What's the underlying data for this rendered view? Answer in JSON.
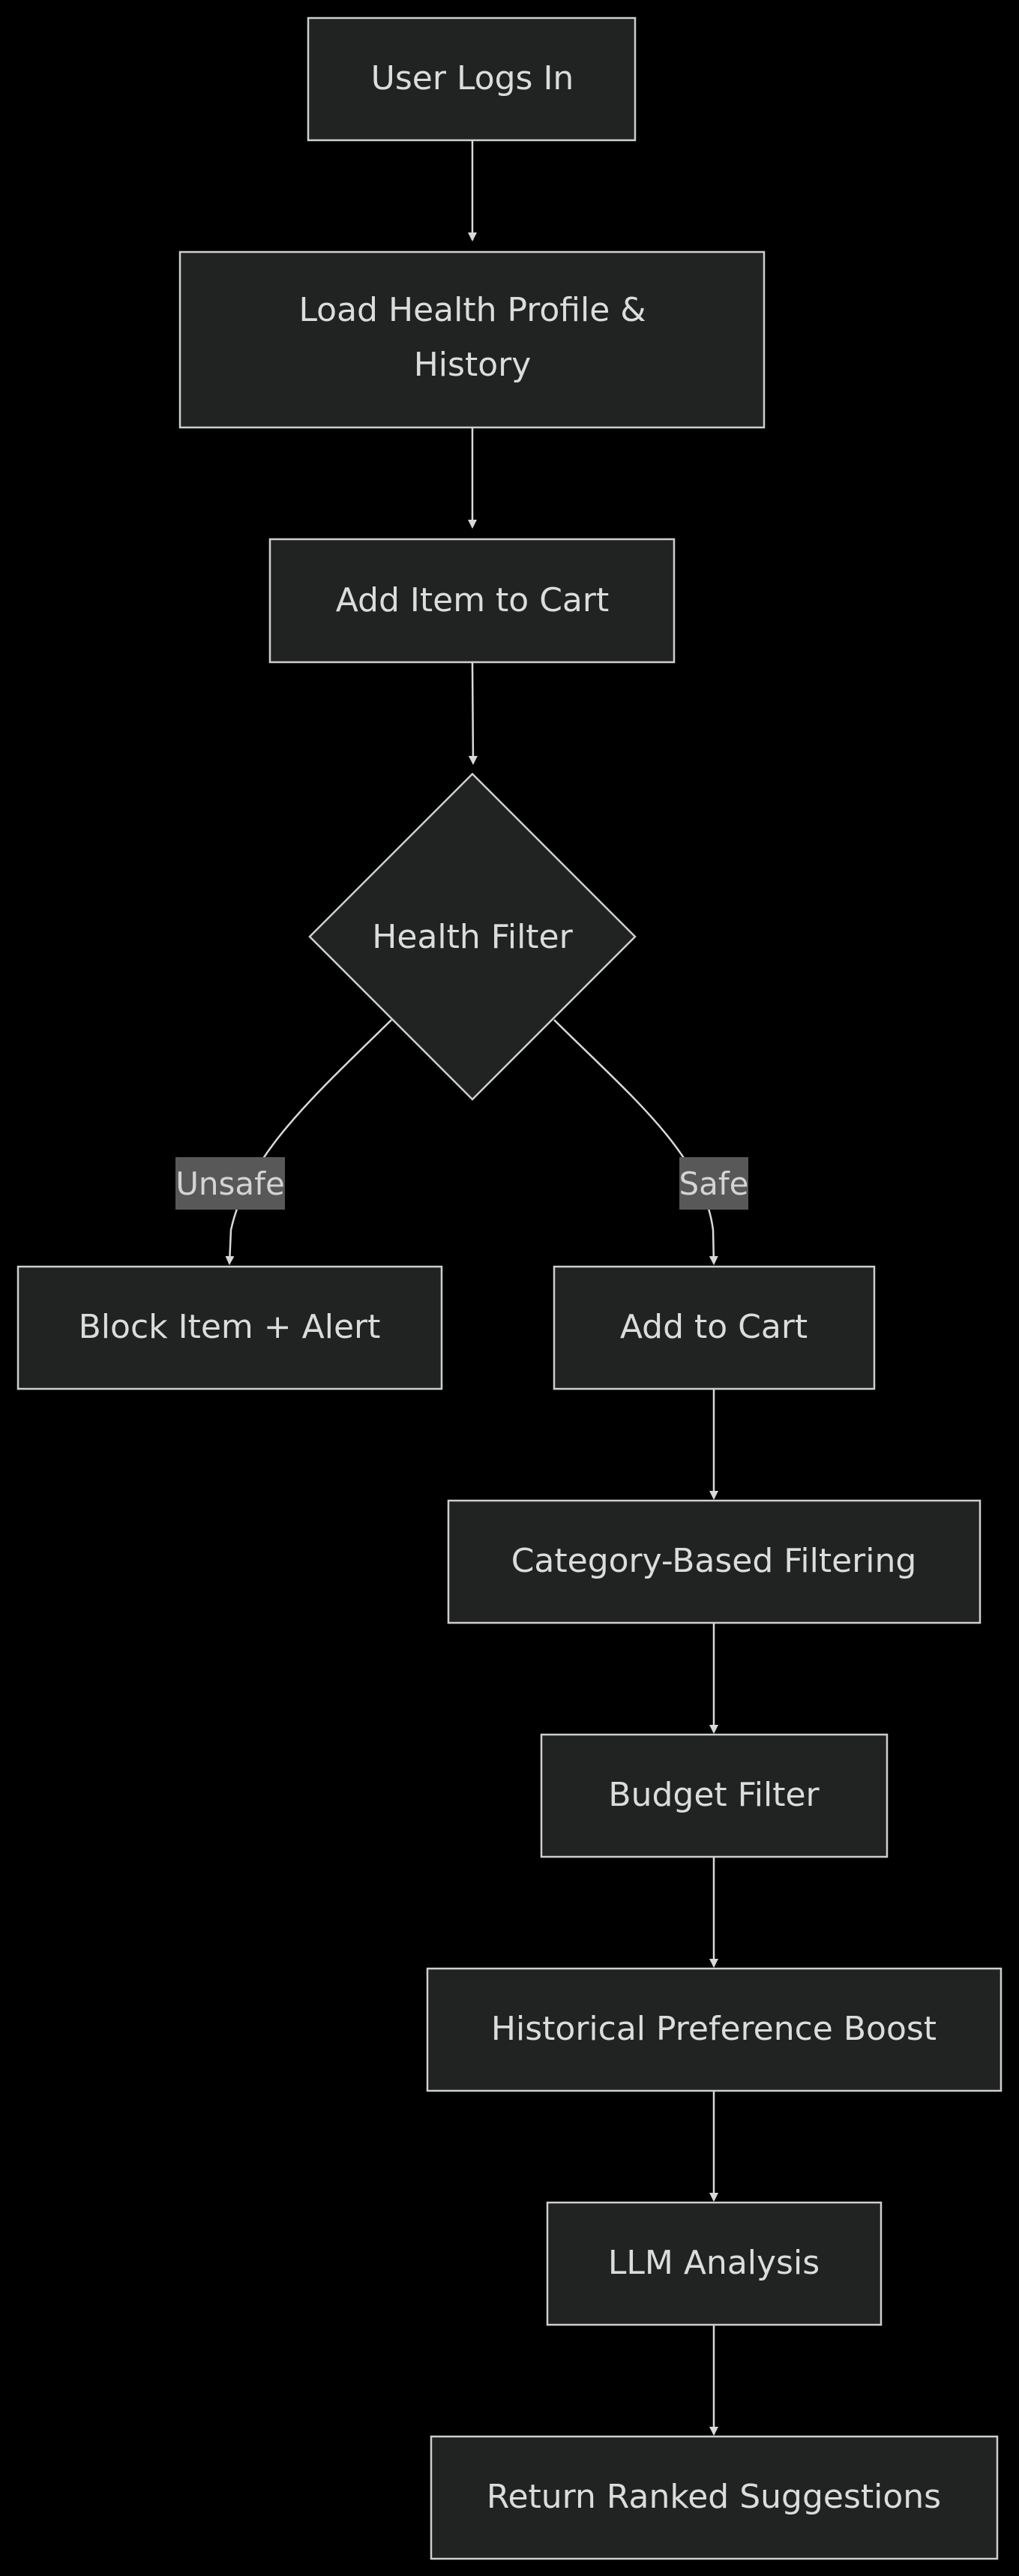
{
  "diagram": {
    "nodes": {
      "login": {
        "label": "User Logs In"
      },
      "profile": {
        "label_line1": "Load Health Profile &",
        "label_line2": "History"
      },
      "add_item": {
        "label": "Add Item to Cart"
      },
      "health_filter": {
        "label": "Health Filter"
      },
      "block": {
        "label": "Block Item + Alert"
      },
      "add_cart": {
        "label": "Add to Cart"
      },
      "category": {
        "label": "Category-Based Filtering"
      },
      "budget": {
        "label": "Budget Filter"
      },
      "history_boost": {
        "label": "Historical Preference Boost"
      },
      "llm": {
        "label": "LLM Analysis"
      },
      "ranked": {
        "label": "Return Ranked Suggestions"
      }
    },
    "edges": {
      "unsafe": {
        "label": "Unsafe"
      },
      "safe": {
        "label": "Safe"
      }
    },
    "colors": {
      "background": "#000000",
      "node_fill": "#212322",
      "node_stroke": "#cfcfcf",
      "text": "#dcdcdc",
      "edge": "#d9d9d9",
      "edge_label_bg": "#585858"
    }
  }
}
